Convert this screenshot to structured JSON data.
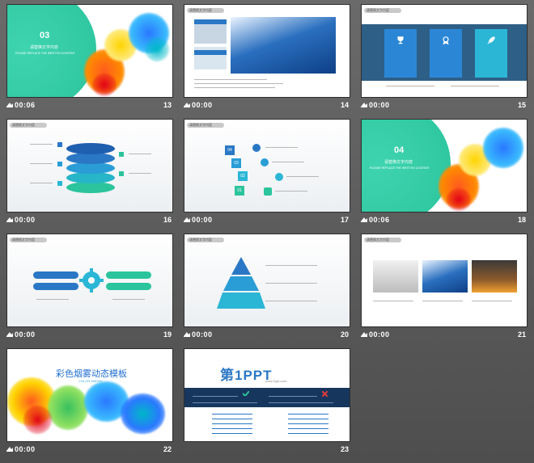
{
  "colors": {
    "teal": "#2bc49c",
    "blue": "#2a78c5",
    "cyan": "#2bb6d6",
    "navy": "#17365d",
    "background": "#5f5f5f"
  },
  "slides": [
    {
      "number": "13",
      "timing": "00:06",
      "section_num": "03",
      "title": "请替换文字内容",
      "subtitle": "PLEASE REPLACE THE WRITTEN CONTENT"
    },
    {
      "number": "14",
      "timing": "00:00",
      "tag": "请替换文字内容"
    },
    {
      "number": "15",
      "timing": "00:00",
      "tag": "请替换文字内容"
    },
    {
      "number": "16",
      "timing": "00:00",
      "tag": "请替换文字内容"
    },
    {
      "number": "17",
      "timing": "00:00",
      "tag": "请替换文字内容",
      "steps": [
        "04",
        "03",
        "02",
        "01"
      ]
    },
    {
      "number": "18",
      "timing": "00:06",
      "section_num": "04",
      "title": "请替换文字内容",
      "subtitle": "PLEASE REPLACE THE WRITTEN CONTENT"
    },
    {
      "number": "19",
      "timing": "00:00",
      "tag": "请替换文字内容"
    },
    {
      "number": "20",
      "timing": "00:00",
      "tag": "请替换文字内容"
    },
    {
      "number": "21",
      "timing": "00:00",
      "tag": "请替换文字内容"
    },
    {
      "number": "22",
      "timing": "00:00",
      "title": "彩色烟雾动态模板",
      "subtitle": "COLOR SMOKE"
    },
    {
      "number": "23",
      "timing": "",
      "logo_text": "第1PPT",
      "logo_url": "www.1ppt.com"
    }
  ]
}
